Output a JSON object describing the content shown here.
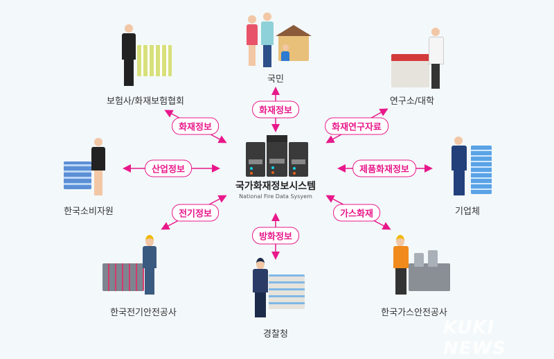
{
  "center": {
    "title": "국가화재정보시스템",
    "subtitle": "National Fire Data Sysyem"
  },
  "nodes": {
    "citizen": "국민",
    "insurance": "보험사/화재보험협회",
    "research": "연구소/대학",
    "consumer": "한국소비자원",
    "company": "기업체",
    "electric": "한국전기안전공사",
    "police": "경찰청",
    "gas": "한국가스안전공사"
  },
  "flows": {
    "top": "화재정보",
    "top_left": "화재정보",
    "top_right": "화재연구자료",
    "left": "산업정보",
    "right": "제품화재정보",
    "bottom_left": "전기정보",
    "bottom_right": "가스화재",
    "bottom": "방화정보"
  },
  "watermark": "KUKI NEWS",
  "colors": {
    "accent": "#e8188a",
    "background": "#f3f8fa"
  }
}
